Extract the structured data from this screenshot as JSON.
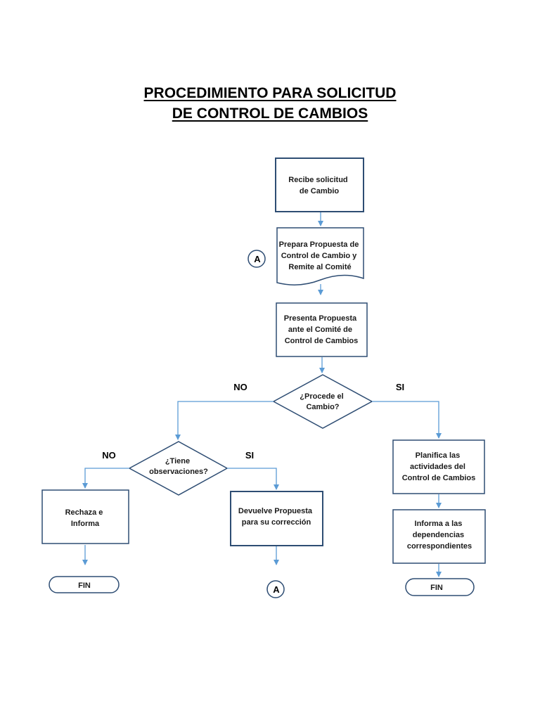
{
  "title": {
    "line1": "PROCEDIMIENTO PARA SOLICITUD",
    "line2": "DE CONTROL DE CAMBIOS"
  },
  "colors": {
    "box_stroke": "#2e4d73",
    "arrow": "#5b9bd5",
    "text": "#1a1a1a"
  },
  "nodes": {
    "recibe": [
      "Recibe solicitud",
      "de Cambio"
    ],
    "prepara": [
      "Prepara Propuesta de",
      "Control de Cambio y",
      "Remite al Comité"
    ],
    "presenta": [
      "Presenta Propuesta",
      "ante el Comité de",
      "Control de Cambios"
    ],
    "procede": [
      "¿Procede el",
      "Cambio?"
    ],
    "tiene": [
      "¿Tiene",
      "observaciones?"
    ],
    "rechaza": [
      "Rechaza e",
      "Informa"
    ],
    "devuelve": [
      "Devuelve Propuesta",
      "para su corrección"
    ],
    "planifica": [
      "Planifica las",
      "actividades del",
      "Control de Cambios"
    ],
    "informa": [
      "Informa a las",
      "dependencias",
      "correspondientes"
    ],
    "fin_left": "FIN",
    "fin_right": "FIN",
    "connector_top": "A",
    "connector_bottom": "A"
  },
  "branches": {
    "procede_no": "NO",
    "procede_si": "SI",
    "tiene_no": "NO",
    "tiene_si": "SI"
  }
}
